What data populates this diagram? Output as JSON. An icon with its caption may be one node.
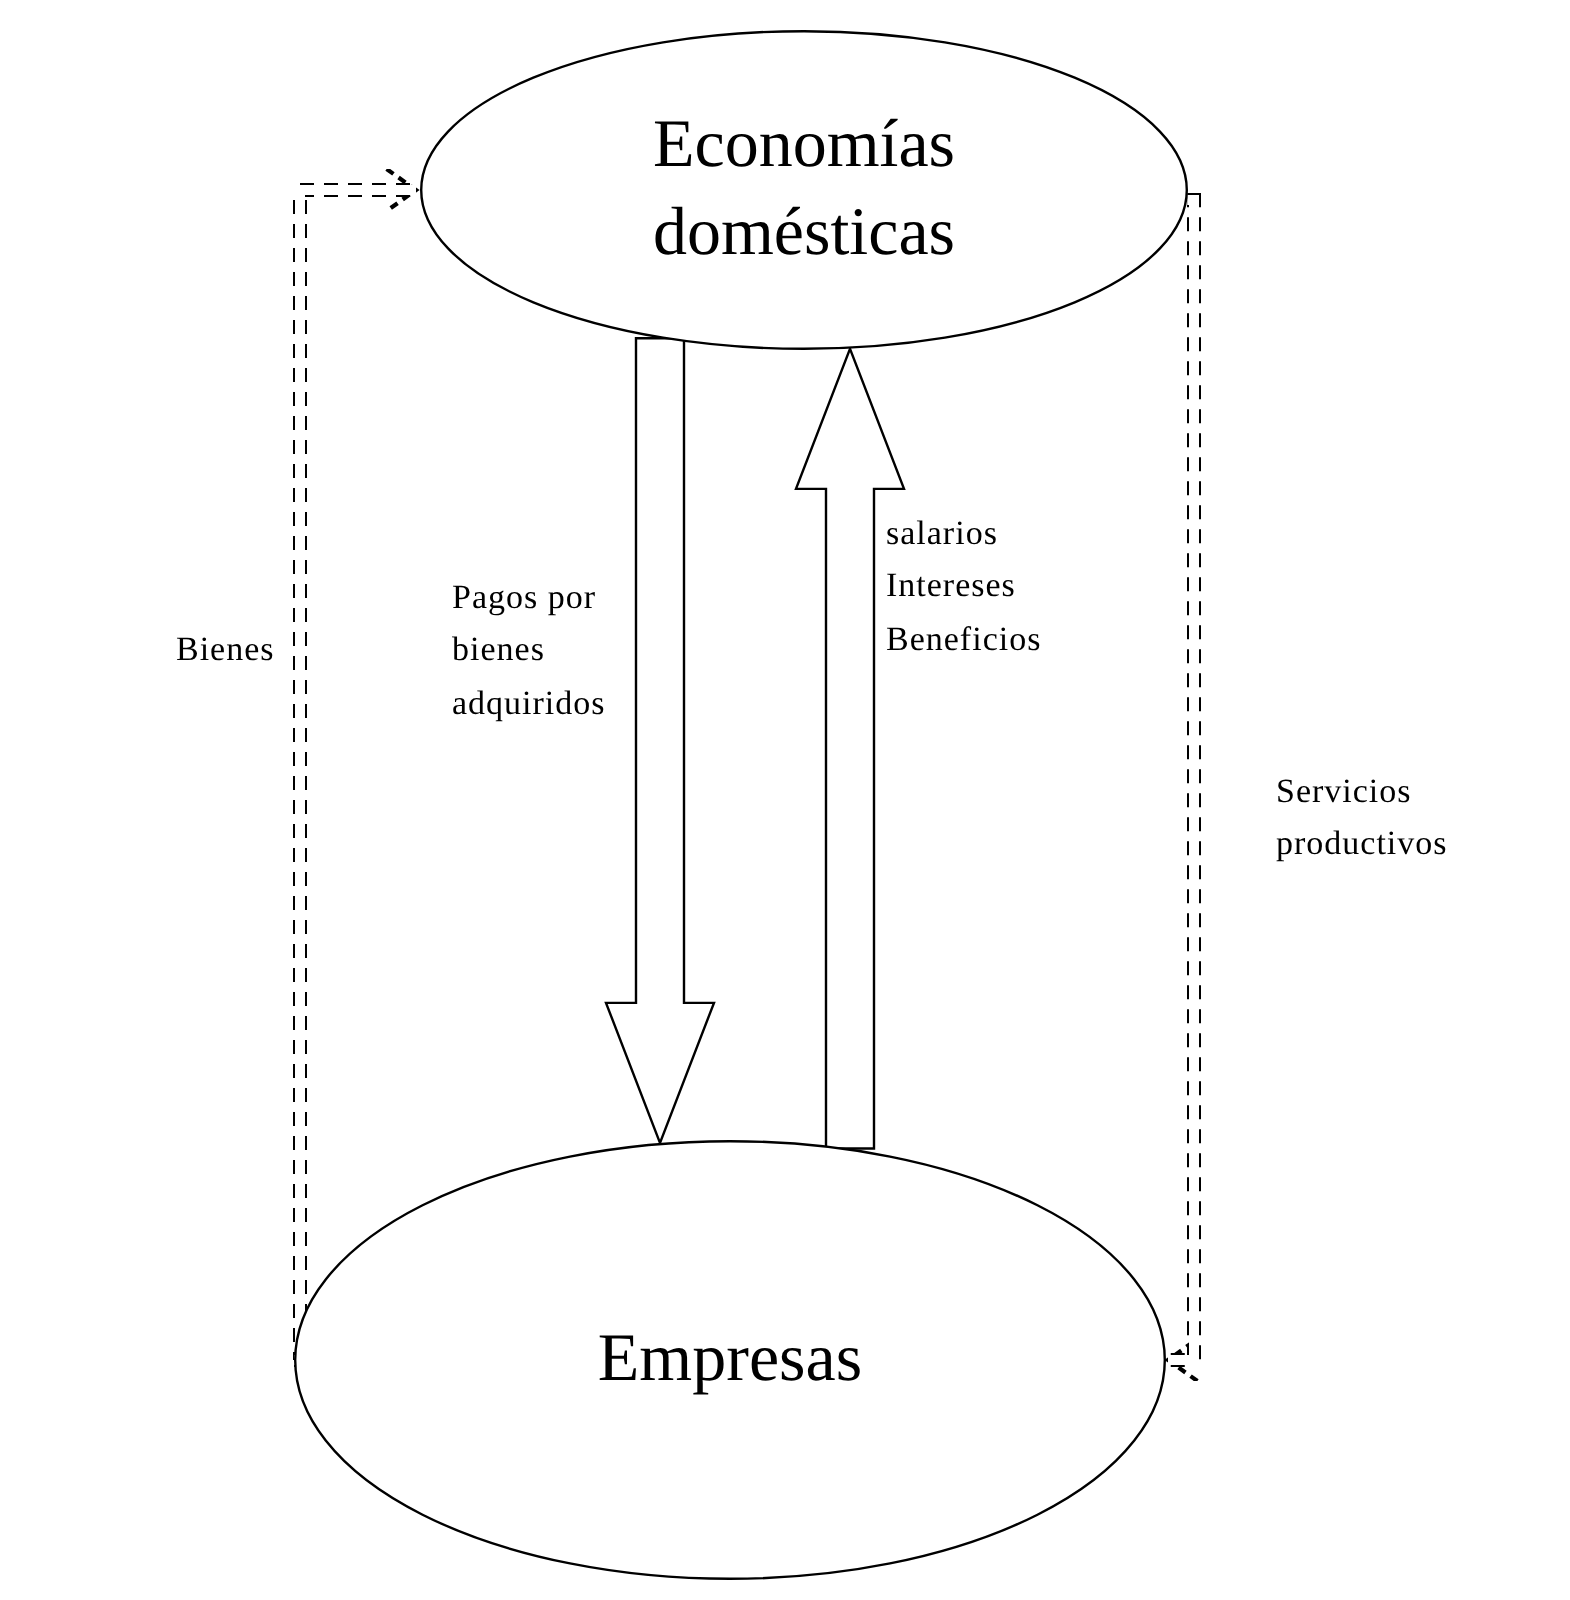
{
  "diagram": {
    "nodes": [
      {
        "text": [
          "Economías domésticas"
        ]
      },
      {
        "text": [
          "Empresas"
        ]
      }
    ],
    "edges": [
      {
        "from": 1,
        "to": 0,
        "arrow": "to",
        "label": "Bienes",
        "style": "dashed"
      },
      {
        "from": 0,
        "to": 1,
        "arrow": "to",
        "label": "Pagos por bienes adquiridos",
        "style": "thick"
      },
      {
        "from": 1,
        "to": 0,
        "arrow": "to",
        "label": "salarios Intereses Beneficios",
        "style": "thick"
      },
      {
        "from": 0,
        "to": 1,
        "arrow": "to",
        "label": "Servicios productivos",
        "style": "dashed"
      }
    ]
  }
}
